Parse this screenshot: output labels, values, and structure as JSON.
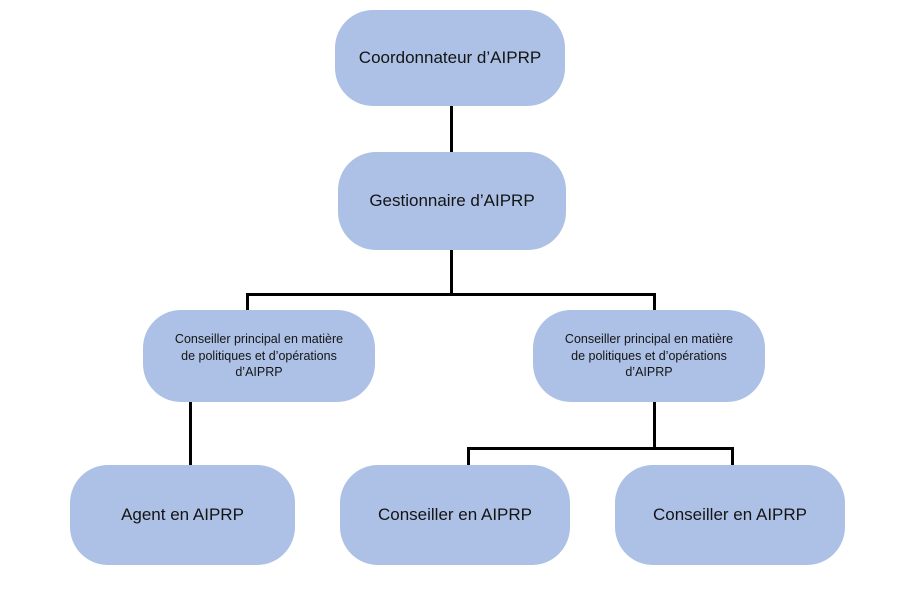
{
  "chart": {
    "type": "org-chart",
    "background_color": "#ffffff",
    "node_fill_color": "#adc1e6",
    "connector_color": "#000000",
    "text_color": "#141414",
    "nodes": [
      {
        "id": "coordonnateur",
        "label": "Coordonnateur d’AIPRP",
        "level": 1
      },
      {
        "id": "gestionnaire",
        "label": "Gestionnaire d’AIPRP",
        "level": 2
      },
      {
        "id": "conseiller-principal-1",
        "label": "Conseiller principal en matière\nde politiques et d’opérations\nd’AIPRP",
        "level": 3
      },
      {
        "id": "conseiller-principal-2",
        "label": "Conseiller principal en matière\nde politiques et d’opérations\nd’AIPRP",
        "level": 3
      },
      {
        "id": "agent",
        "label": "Agent en AIPRP",
        "level": 4
      },
      {
        "id": "conseiller-1",
        "label": "Conseiller en AIPRP",
        "level": 4
      },
      {
        "id": "conseiller-2",
        "label": "Conseiller en AIPRP",
        "level": 4
      }
    ],
    "edges": [
      {
        "from": "coordonnateur",
        "to": "gestionnaire"
      },
      {
        "from": "gestionnaire",
        "to": "conseiller-principal-1"
      },
      {
        "from": "gestionnaire",
        "to": "conseiller-principal-2"
      },
      {
        "from": "conseiller-principal-1",
        "to": "agent"
      },
      {
        "from": "conseiller-principal-2",
        "to": "conseiller-1"
      },
      {
        "from": "conseiller-principal-2",
        "to": "conseiller-2"
      }
    ]
  }
}
